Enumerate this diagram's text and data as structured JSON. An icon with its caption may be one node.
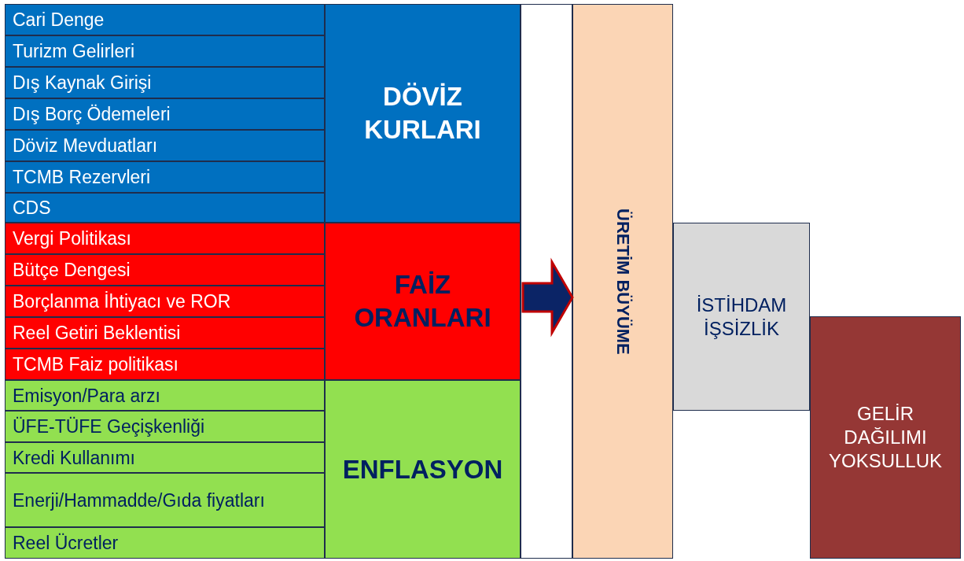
{
  "diagram": {
    "nodes": [
      {
        "text": [
          "Cari Denge"
        ]
      },
      {
        "text": [
          "Turizm Gelirleri"
        ]
      },
      {
        "text": [
          "Dış Kaynak Girişi"
        ]
      },
      {
        "text": [
          "Dış Borç Ödemeleri"
        ]
      },
      {
        "text": [
          "Döviz Mevduatları"
        ]
      },
      {
        "text": [
          "TCMB Rezervleri"
        ]
      },
      {
        "text": [
          "CDS"
        ]
      },
      {
        "text": [
          "DÖVİZ KURLARI"
        ]
      },
      {
        "text": [
          "Vergi Politikası"
        ]
      },
      {
        "text": [
          "Bütçe Dengesi"
        ]
      },
      {
        "text": [
          "Borçlanma İhtiyacı ve ROR"
        ]
      },
      {
        "text": [
          "Reel Getiri Beklentisi"
        ]
      },
      {
        "text": [
          "TCMB Faiz politikası"
        ]
      },
      {
        "text": [
          "FAİZ ORANLARI"
        ]
      },
      {
        "text": [
          "Emisyon/Para arzı"
        ]
      },
      {
        "text": [
          "ÜFE-TÜFE Geçişkenliği"
        ]
      },
      {
        "text": [
          "Kredi Kullanımı"
        ]
      },
      {
        "text": [
          "Enerji/Hammadde/Gıda fiyatları"
        ]
      },
      {
        "text": [
          "Reel Ücretler"
        ]
      },
      {
        "text": [
          "ENFLASYON"
        ]
      },
      {
        "text": [
          "ÜRETİM BÜYÜME"
        ]
      },
      {
        "text": [
          "İSTİHDAM İŞSİZLİK"
        ]
      },
      {
        "text": [
          "GELİR DAĞILIMI YOKSULLUK"
        ]
      }
    ],
    "edges": [
      {
        "from": 13,
        "to": 20,
        "arrow": "to"
      }
    ]
  }
}
